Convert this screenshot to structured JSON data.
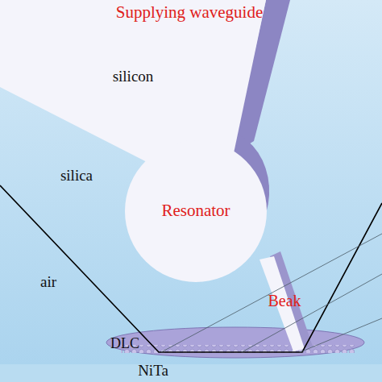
{
  "diagram": {
    "nodes": [
      {
        "text": [
          "Supplying waveguide",
          "silicon"
        ]
      },
      {
        "text": [
          "Resonator"
        ]
      },
      {
        "text": [
          "Beak"
        ]
      }
    ],
    "labels": [
      "silica",
      "air",
      "DLC",
      "NiTa"
    ]
  }
}
